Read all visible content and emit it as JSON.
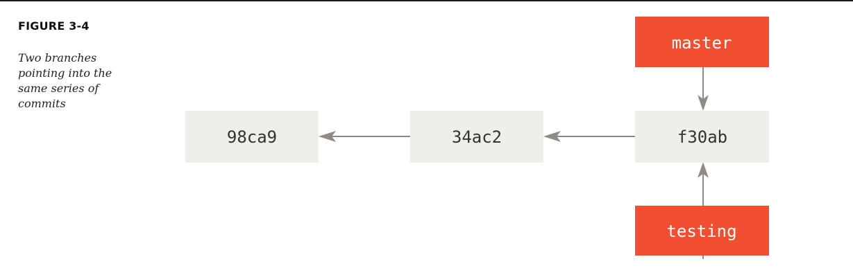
{
  "figure": {
    "label": "FIGURE 3-4",
    "caption": "Two branches pointing into the same series of commits"
  },
  "commits": [
    {
      "id": "98ca9"
    },
    {
      "id": "34ac2"
    },
    {
      "id": "f30ab"
    }
  ],
  "branches": [
    {
      "name": "master"
    },
    {
      "name": "testing"
    }
  ],
  "colors": {
    "commit_fill": "#efeee8",
    "branch_fill": "#f14e32",
    "arrow": "#8f8a84",
    "commit_text": "#333333",
    "branch_text": "#ffffff"
  }
}
